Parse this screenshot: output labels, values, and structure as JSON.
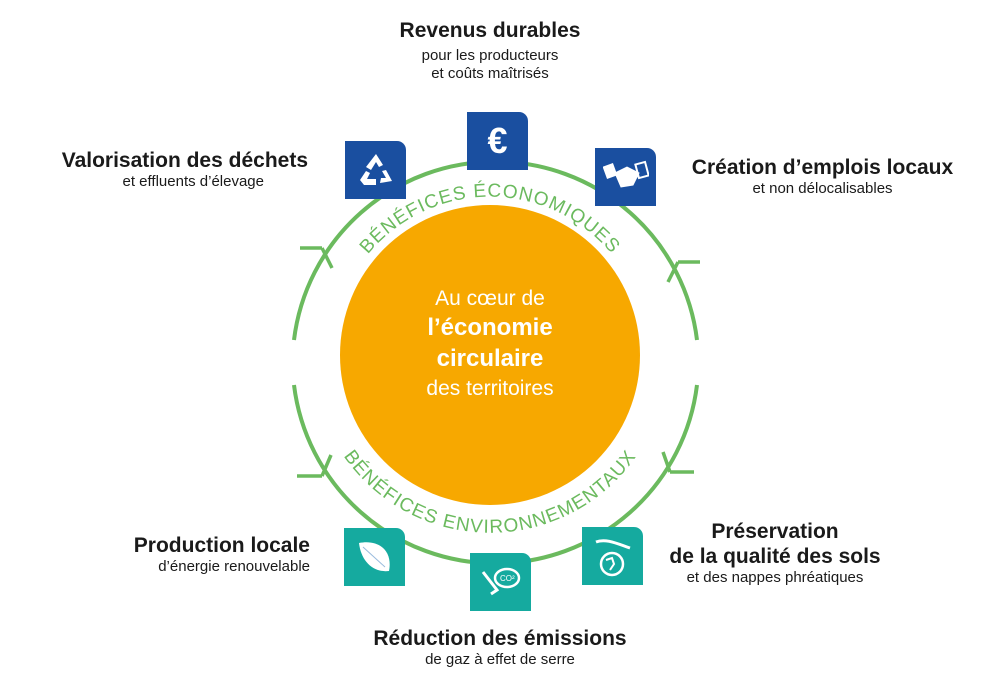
{
  "center": {
    "line1": "Au cœur de",
    "line2": "l’économie",
    "line3": "circulaire",
    "line4": "des territoires"
  },
  "ring": {
    "top_label": "BÉNÉFICES ÉCONOMIQUES",
    "bottom_label": "BÉNÉFICES ENVIRONNEMENTAUX"
  },
  "benefits": [
    {
      "title": "Revenus durables",
      "sub1": "pour les producteurs",
      "sub2": "et coûts maîtrisés",
      "icon": "euro-icon"
    },
    {
      "title": "Valorisation des déchets",
      "sub1": "et effluents d’élevage",
      "icon": "recycle-icon"
    },
    {
      "title": "Création d’emplois locaux",
      "sub1": "et non délocalisables",
      "icon": "handshake-icon"
    },
    {
      "title": "Production locale",
      "sub1": "d’énergie renouvelable",
      "icon": "leaf-icon"
    },
    {
      "title": "Préservation",
      "title2": "de la qualité des sols",
      "sub1": "et des nappes phréatiques",
      "icon": "globe-hand-icon"
    },
    {
      "title": "Réduction des émissions",
      "sub1": "de gaz à effet de serre",
      "icon": "co2-cloud-icon"
    }
  ],
  "icon_texts": {
    "euro": "€",
    "co2": "CO²"
  },
  "colors": {
    "green": "#6bba5e",
    "orange": "#f7a800",
    "blue": "#1a4fa0",
    "teal": "#15aa9f"
  }
}
